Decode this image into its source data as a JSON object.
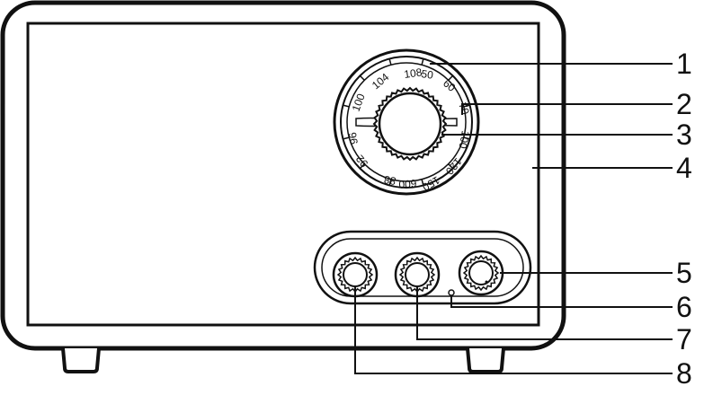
{
  "callouts": [
    {
      "number": "1",
      "part": "dial-scale"
    },
    {
      "number": "2",
      "part": "band-pointer"
    },
    {
      "number": "3",
      "part": "tuning-knob"
    },
    {
      "number": "4",
      "part": "front-panel"
    },
    {
      "number": "5",
      "part": "right-knob"
    },
    {
      "number": "6",
      "part": "indicator-led"
    },
    {
      "number": "7",
      "part": "middle-knob"
    },
    {
      "number": "8",
      "part": "left-knob"
    }
  ],
  "dial": {
    "fm_labels": [
      "108",
      "104",
      "100",
      "96",
      "92",
      "88"
    ],
    "am_labels": [
      "50",
      "60",
      "70",
      "100",
      "120",
      "150",
      "600"
    ]
  }
}
